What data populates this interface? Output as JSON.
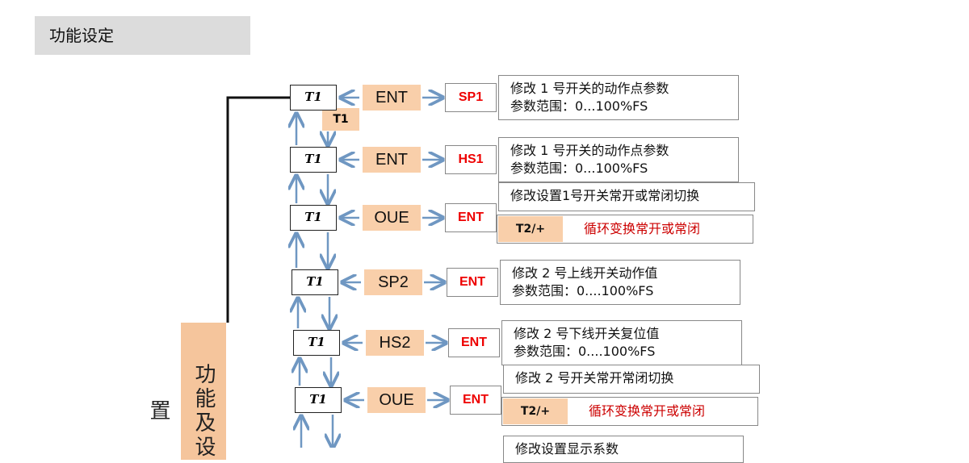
{
  "header": {
    "title": "功能设定"
  },
  "side_label": "功能及设置",
  "t1_top_label": "T1",
  "rows": [
    {
      "t1": "T1",
      "mid": "ENT",
      "code": "SP1",
      "desc": [
        "修改 1 号开关的动作点参数",
        "参数范围：0...100%FS"
      ]
    },
    {
      "t1": "T1",
      "mid": "ENT",
      "code": "HS1",
      "desc": [
        "修改 1 号开关的动作点参数",
        "参数范围：0...100%FS"
      ]
    },
    {
      "t1": "T1",
      "mid": "OUE",
      "code": "ENT",
      "desc": [
        "修改设置1号开关常开或常闭切换"
      ],
      "tag": "T2/+",
      "note": "循环变换常开或常闭"
    },
    {
      "t1": "T1",
      "mid": "SP2",
      "code": "ENT",
      "desc": [
        "修改 2 号上线开关动作值",
        "参数范围：0....100%FS"
      ]
    },
    {
      "t1": "T1",
      "mid": "HS2",
      "code": "ENT",
      "desc": [
        "修改 2 号下线开关复位值",
        "参数范围：0....100%FS"
      ]
    },
    {
      "t1": "T1",
      "mid": "OUE",
      "code": "ENT",
      "desc": [
        "修改 2 号开关常开常闭切换"
      ],
      "tag": "T2/+",
      "note": "循环变换常开或常闭"
    },
    {
      "desc": [
        "修改设置显示系数"
      ]
    }
  ],
  "colors": {
    "arrow": "#6f97c2",
    "orange": "#f9cfaa",
    "red": "#e00000"
  }
}
